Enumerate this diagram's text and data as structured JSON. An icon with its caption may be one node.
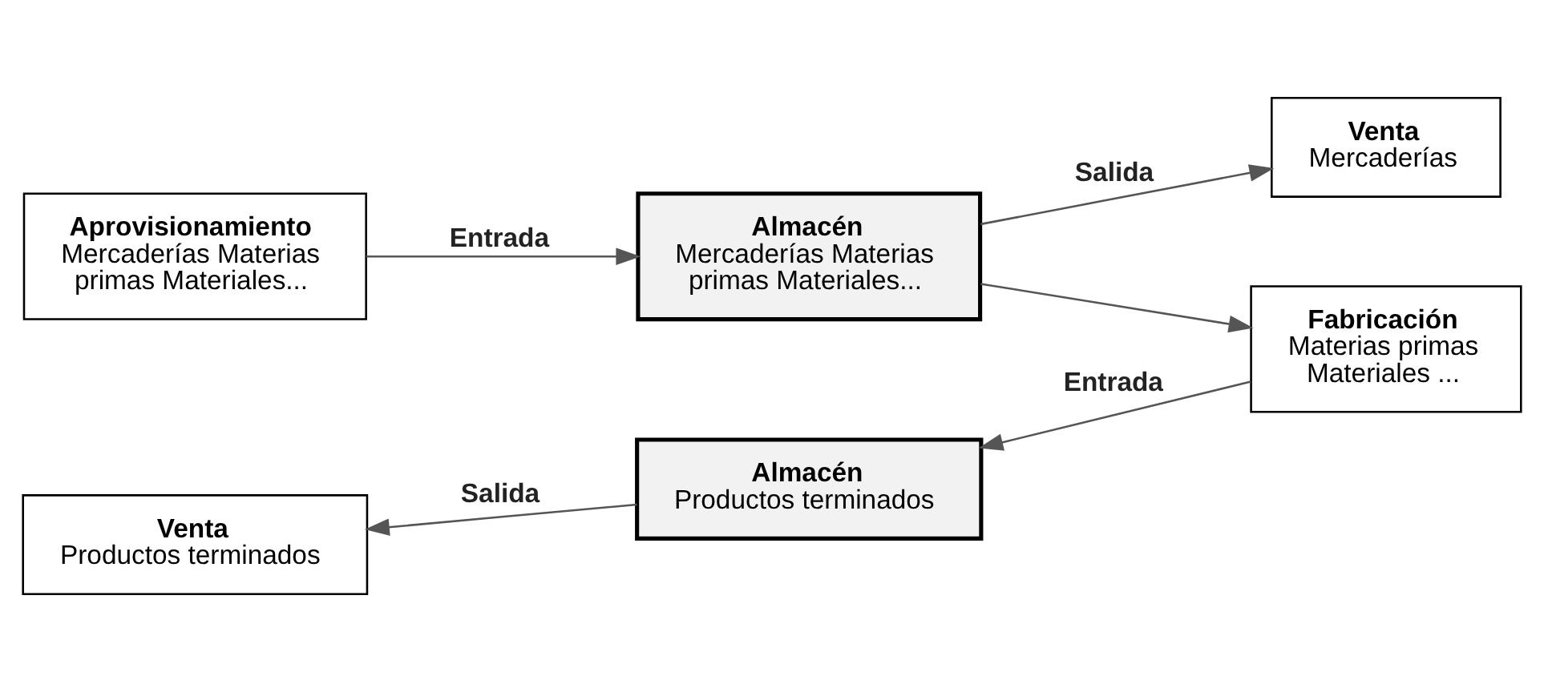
{
  "diagram": {
    "nodes": [
      {
        "text": [
          "Aprovisionamiento",
          "Mercaderías Materias primas Materiales..."
        ]
      },
      {
        "text": [
          "Almacén",
          "Mercaderías Materias primas Materiales..."
        ]
      },
      {
        "text": [
          "Venta",
          "Mercaderías"
        ]
      },
      {
        "text": [
          "Fabricación",
          "Materias primas Materiales ..."
        ]
      },
      {
        "text": [
          "Almacén",
          "Productos terminados"
        ]
      },
      {
        "text": [
          "Venta",
          "Productos terminados"
        ]
      }
    ],
    "edges": [
      {
        "from": 0,
        "to": 1,
        "arrow": "to",
        "label": "Entrada"
      },
      {
        "from": 1,
        "to": 2,
        "arrow": "to",
        "label": "Salida"
      },
      {
        "from": 1,
        "to": 3,
        "arrow": "to"
      },
      {
        "from": 3,
        "to": 4,
        "arrow": "to",
        "label": "Entrada"
      },
      {
        "from": 4,
        "to": 5,
        "arrow": "to",
        "label": "Salida"
      }
    ]
  }
}
